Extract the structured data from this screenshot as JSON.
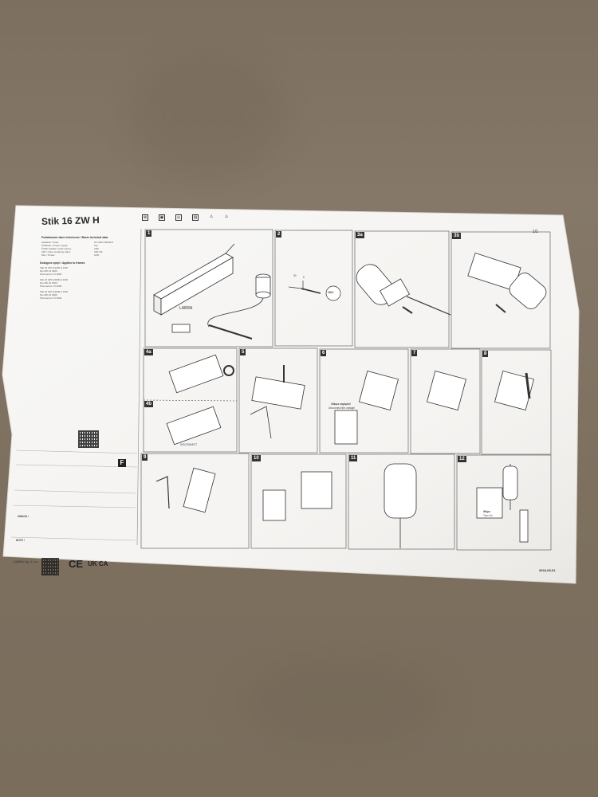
{
  "title": "Stik 16 ZW H",
  "page_number": "1/1",
  "date_code": "2024-03-01",
  "tech_heading": "Podstawowe dane techniczne / Basic technical data",
  "tech_rows": [
    "Zasilanie / Feed",
    "Źródłowo / Power supply",
    "Źródło światła / Light source",
    "CRI / Color rendering index",
    "Moc / Power"
  ],
  "tech_values": [
    "AC 220V 50/60Hz",
    "Typ",
    "LED",
    "CRI>90",
    "10W"
  ],
  "output_heading": "Dostępne opcje / Applies to frames",
  "output_rows": [
    "Stik 16 ZW H/1000 & 10W",
    "Dio ZW 16 3000",
    "PhonosCut 1.5 3000",
    "Stik 16 ZW H/1000 & 10W",
    "Dio ZW 16 3000",
    "PhonosCut 1.5 3000",
    "Stik 16 ZW H/1000 & 10W",
    "Dio ZW 16 3000",
    "PhonosCut 1.5 3000"
  ],
  "energy_label": "F",
  "company": "LABRA Sp. z o.o.",
  "brand_on_box": "LABRA",
  "ce_mark": "CE",
  "ukca_mark": "UK CA",
  "steps": [
    {
      "n": "1"
    },
    {
      "n": "2"
    },
    {
      "n": "3a"
    },
    {
      "n": "3b"
    },
    {
      "n": "4a"
    },
    {
      "n": "4b"
    },
    {
      "n": "5"
    },
    {
      "n": "6"
    },
    {
      "n": "7"
    },
    {
      "n": "8"
    },
    {
      "n": "9"
    },
    {
      "n": "10"
    },
    {
      "n": "11"
    },
    {
      "n": "12"
    }
  ],
  "step2_labels": {
    "len1": "30",
    "len2": "5",
    "voltage": "230V"
  },
  "step6_label": "Odłącz napięcie!",
  "step6_sublabel": "Disconnect the voltage!",
  "step4b_label": "DISCONNECT",
  "step12_label": "Włącz",
  "step12_sublabel": "Turn On",
  "warning_label": "UWAGA !",
  "note_label": "NOTE !"
}
